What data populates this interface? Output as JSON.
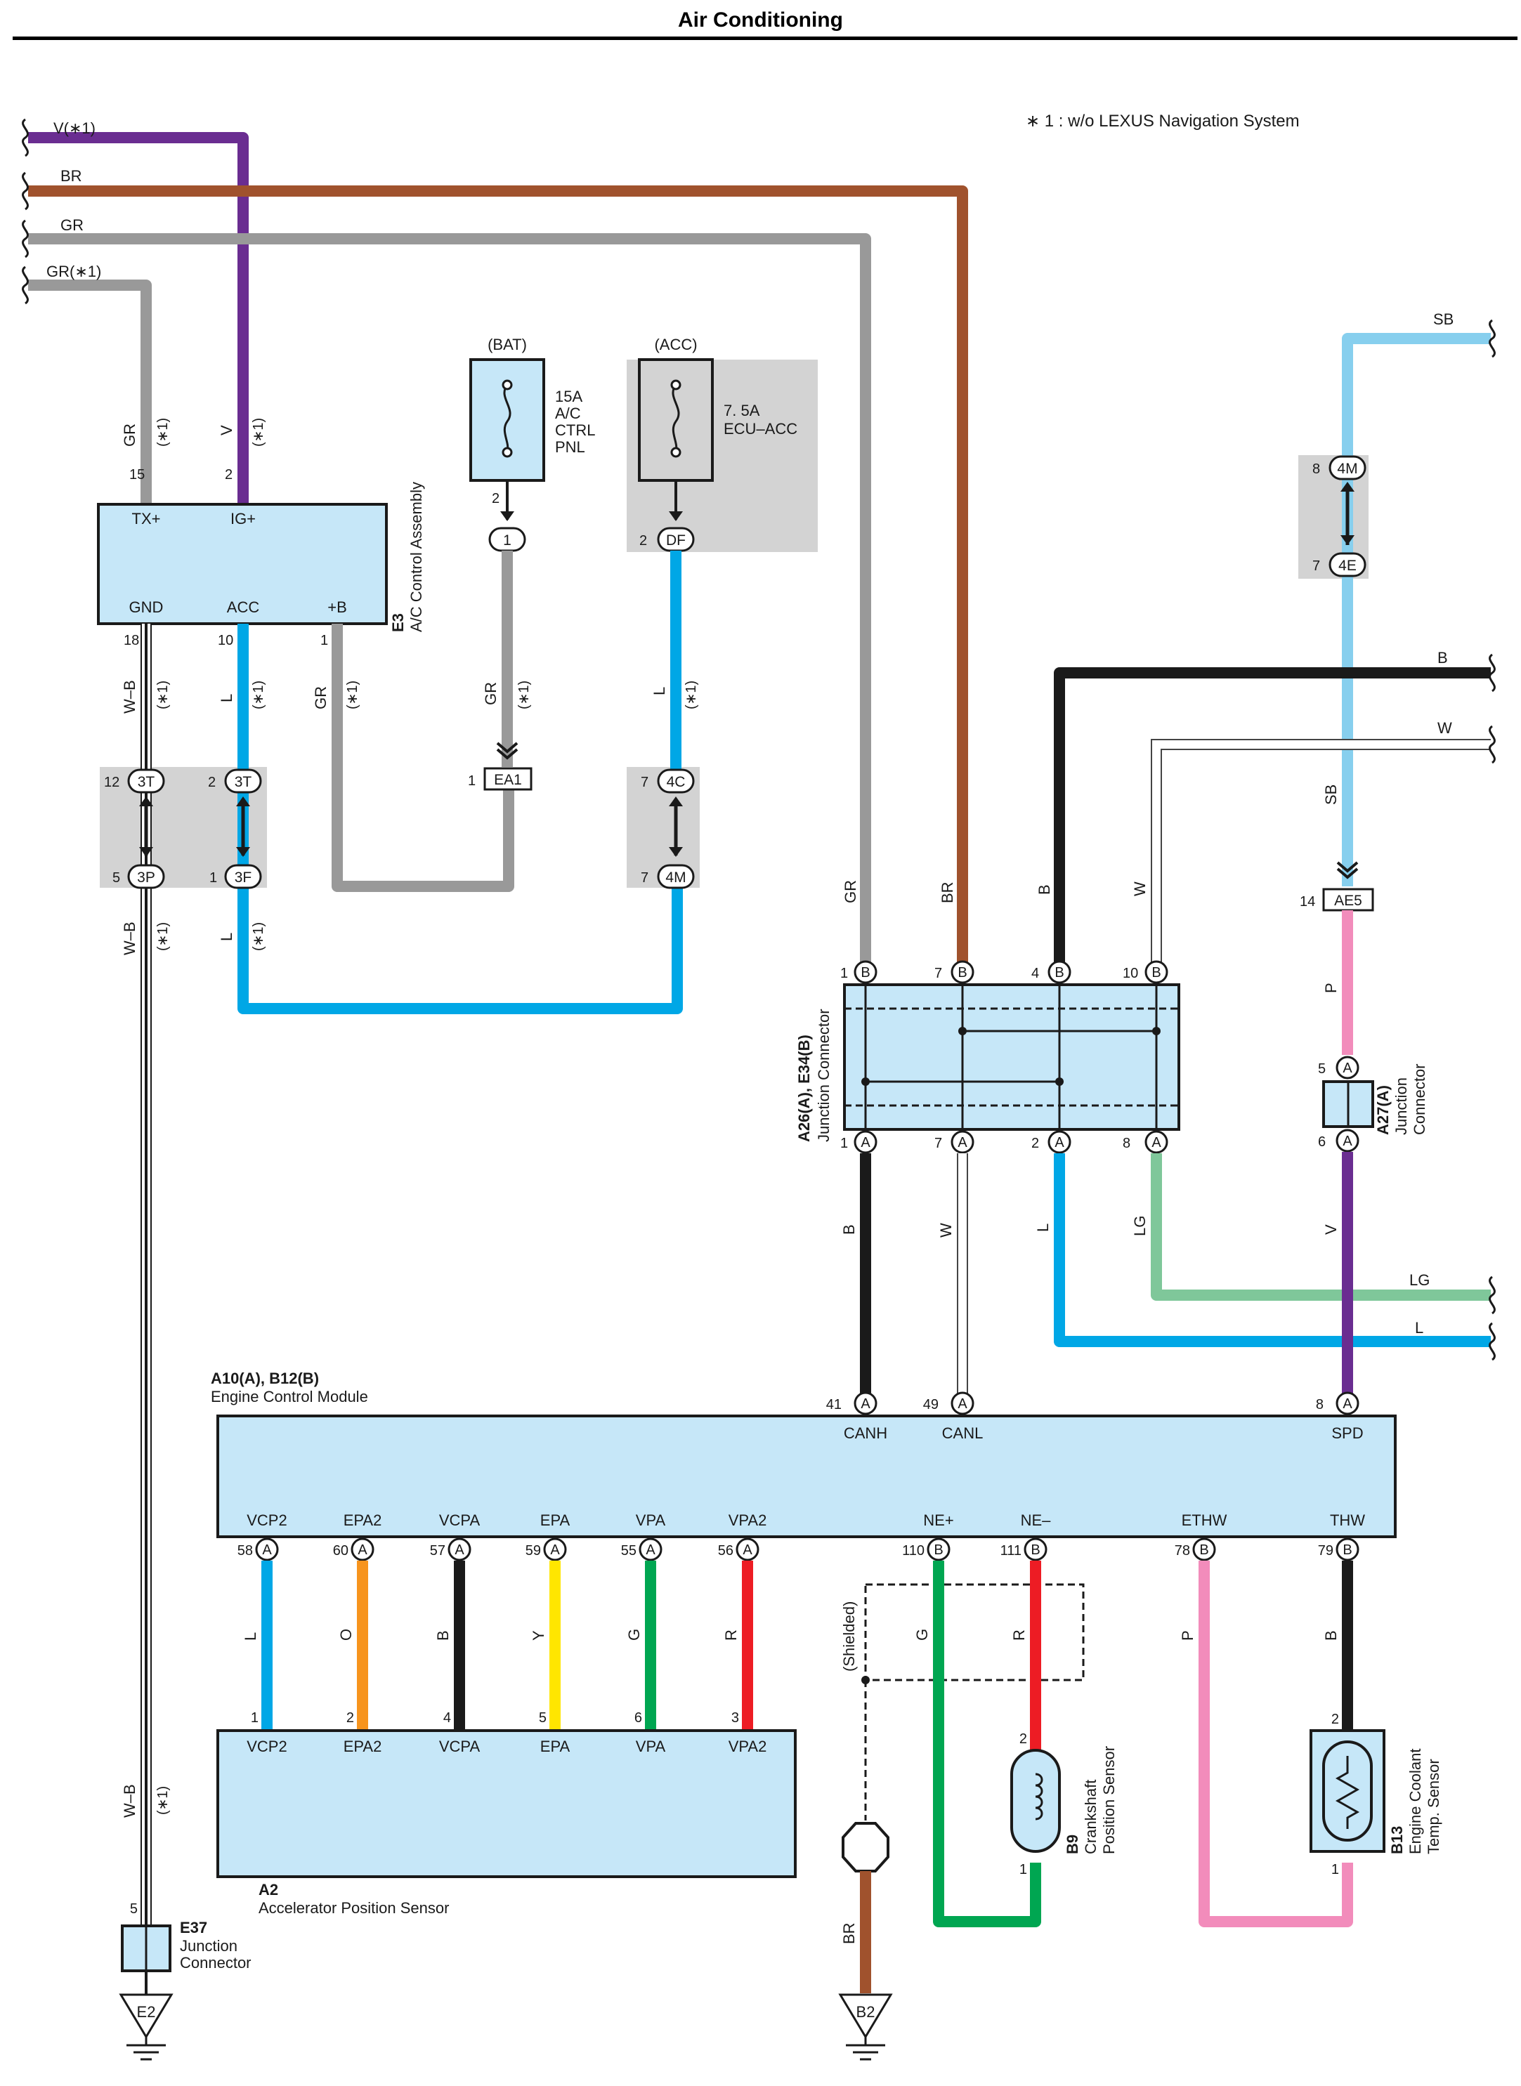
{
  "page": {
    "title": "Air Conditioning"
  },
  "footnote": "∗ 1 : w/o LEXUS Navigation System",
  "colors": {
    "V": "#6a2d91",
    "BR": "#a0522d",
    "GR": "#999999",
    "SB": "#87cfee",
    "L": "#00a7e6",
    "B": "#1a1a1a",
    "W": "#ffffff",
    "P": "#f28cbb",
    "LG": "#7fc79a",
    "O": "#f7941d",
    "Y": "#ffe600",
    "G": "#00a651",
    "R": "#ed1c24",
    "component_fill": "#c6e7f8",
    "shade": "#d3d3d3"
  },
  "left_wires": [
    {
      "label": "V(∗1)"
    },
    {
      "label": "BR"
    },
    {
      "label": "GR"
    },
    {
      "label": "GR(∗1)"
    }
  ],
  "right_wires": [
    {
      "label": "SB"
    },
    {
      "label": "B"
    },
    {
      "label": "W"
    },
    {
      "label": "LG"
    },
    {
      "label": "L"
    }
  ],
  "fuses": [
    {
      "supply": "(BAT)",
      "rating": "15A",
      "name_lines": [
        "A/C",
        "CTRL",
        "PNL"
      ]
    },
    {
      "supply": "(ACC)",
      "rating": "7. 5A",
      "name_lines": [
        "ECU–ACC"
      ]
    }
  ],
  "e3": {
    "code": "E3",
    "name": "A/C Control Assembly",
    "pins_top": [
      {
        "pin": "15",
        "term": "TX+"
      },
      {
        "pin": "2",
        "term": "IG+"
      }
    ],
    "pins_bottom": [
      {
        "pin": "18",
        "term": "GND"
      },
      {
        "pin": "10",
        "term": "ACC"
      },
      {
        "pin": "1",
        "term": "+B"
      }
    ]
  },
  "connectors": {
    "c3T_12": "3T",
    "c3T_2": "3T",
    "c3P": "3P",
    "c3F": "3F",
    "cDF": "DF",
    "c4C": "4C",
    "c4M_a": "4M",
    "cEA1": "EA1",
    "c4M_b": "4M",
    "c4E": "4E",
    "cAE5": "AE5",
    "c1": "1"
  },
  "pins": {
    "p12": "12",
    "p2a": "2",
    "p5": "5",
    "p1a": "1",
    "p2b": "2",
    "p2c": "2",
    "p7a": "7",
    "p7b": "7",
    "p1b": "1",
    "p8": "8",
    "p7c": "7",
    "p14": "14"
  },
  "wire_labels": {
    "gr_e3": "GR",
    "v_e3": "V",
    "s1_a": "(∗1)",
    "s1_b": "(∗1)",
    "wb_18": "W–B",
    "l_10": "L",
    "gr_1": "GR",
    "s1_c": "(∗1)",
    "s1_d": "(∗1)",
    "s1_e": "(∗1)",
    "gr_ea1": "GR",
    "s1_f": "(∗1)",
    "l_4c": "L",
    "s1_g": "(∗1)",
    "wb_3p": "W–B",
    "s1_h": "(∗1)",
    "l_3f": "L",
    "s1_i": "(∗1)",
    "wb_e37": "W–B",
    "s1_j": "(∗1)",
    "gr_a26": "GR",
    "br_a26": "BR",
    "b_a26": "B",
    "w_a26": "W",
    "sb_ae5": "SB",
    "p_a27": "P",
    "b_canh": "B",
    "w_canl": "W",
    "l_2": "L",
    "lg_8": "LG",
    "v_spd": "V",
    "l_vcp2": "L",
    "o_epa2": "O",
    "b_vcpa": "B",
    "y_epa": "Y",
    "g_vpa": "G",
    "r_vpa2": "R",
    "g_ne": "G",
    "r_ne": "R",
    "p_ethw": "P",
    "b_thw": "B",
    "br_b2": "BR"
  },
  "a26": {
    "code": "A26(A), E34(B)",
    "name": "Junction Connector",
    "top_pins": [
      {
        "pin": "1",
        "c": "B"
      },
      {
        "pin": "7",
        "c": "B"
      },
      {
        "pin": "4",
        "c": "B"
      },
      {
        "pin": "10",
        "c": "B"
      }
    ],
    "bottom_pins": [
      {
        "pin": "1",
        "c": "A"
      },
      {
        "pin": "7",
        "c": "A"
      },
      {
        "pin": "2",
        "c": "A"
      },
      {
        "pin": "8",
        "c": "A"
      }
    ]
  },
  "a27": {
    "code": "A27(A)",
    "name_lines": [
      "Junction",
      "Connector"
    ],
    "pin_top": "5",
    "pin_bottom": "6",
    "c": "A"
  },
  "ecm": {
    "code": "A10(A), B12(B)",
    "name": "Engine Control Module",
    "top": [
      {
        "pin": "41",
        "c": "A",
        "term": "CANH"
      },
      {
        "pin": "49",
        "c": "A",
        "term": "CANL"
      },
      {
        "pin": "8",
        "c": "A",
        "term": "SPD"
      }
    ],
    "bottom": [
      {
        "pin": "58",
        "c": "A",
        "term": "VCP2"
      },
      {
        "pin": "60",
        "c": "A",
        "term": "EPA2"
      },
      {
        "pin": "57",
        "c": "A",
        "term": "VCPA"
      },
      {
        "pin": "59",
        "c": "A",
        "term": "EPA"
      },
      {
        "pin": "55",
        "c": "A",
        "term": "VPA"
      },
      {
        "pin": "56",
        "c": "A",
        "term": "VPA2"
      },
      {
        "pin": "110",
        "c": "B",
        "term": "NE+"
      },
      {
        "pin": "111",
        "c": "B",
        "term": "NE–"
      },
      {
        "pin": "78",
        "c": "B",
        "term": "ETHW"
      },
      {
        "pin": "79",
        "c": "B",
        "term": "THW"
      }
    ]
  },
  "a2": {
    "code": "A2",
    "name": "Accelerator Position Sensor",
    "pins": [
      {
        "pin": "1",
        "term": "VCP2"
      },
      {
        "pin": "2",
        "term": "EPA2"
      },
      {
        "pin": "4",
        "term": "VCPA"
      },
      {
        "pin": "5",
        "term": "EPA"
      },
      {
        "pin": "6",
        "term": "VPA"
      },
      {
        "pin": "3",
        "term": "VPA2"
      }
    ]
  },
  "b9": {
    "code": "B9",
    "name_lines": [
      "Crankshaft",
      "Position Sensor"
    ],
    "pin_top": "2",
    "pin_bottom": "1"
  },
  "b13": {
    "code": "B13",
    "name_lines": [
      "Engine Coolant",
      "Temp. Sensor"
    ],
    "pin_top": "2",
    "pin_bottom": "1"
  },
  "e37": {
    "code": "E37",
    "name_lines": [
      "Junction",
      "Connector"
    ],
    "pin": "5"
  },
  "shield": {
    "label": "(Shielded)"
  },
  "grounds": [
    {
      "label": "E2"
    },
    {
      "label": "B2"
    }
  ]
}
